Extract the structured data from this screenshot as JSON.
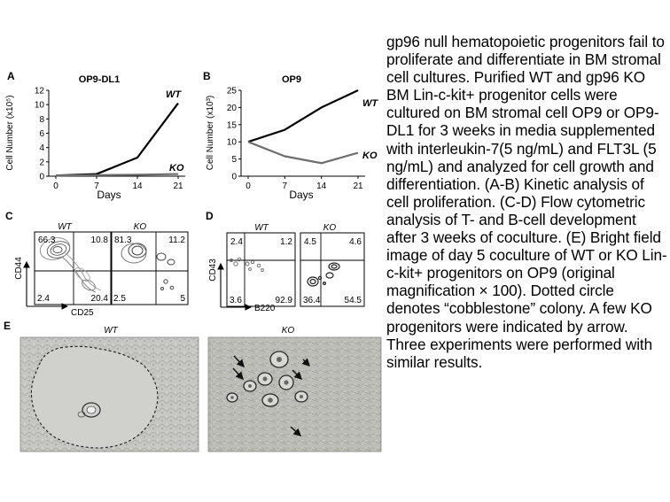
{
  "panels": {
    "A": {
      "letter": "A",
      "chart_data": {
        "type": "line",
        "title": "OP9-DL1",
        "xlabel": "Days",
        "ylabel": "Cell Number (x10⁵)",
        "x": [
          0,
          7,
          14,
          21
        ],
        "xticks": [
          "0",
          "7",
          "14",
          "21"
        ],
        "ylim": [
          0,
          12
        ],
        "yticks": [
          "0",
          "2",
          "4",
          "6",
          "8",
          "10",
          "12"
        ],
        "series": [
          {
            "name": "WT",
            "values": [
              0.1,
              0.3,
              2.6,
              10.2
            ],
            "color": "#000000"
          },
          {
            "name": "KO",
            "values": [
              0.1,
              0.15,
              0.2,
              0.3
            ],
            "color": "#6e6e6e"
          }
        ],
        "grid": false
      }
    },
    "B": {
      "letter": "B",
      "chart_data": {
        "type": "line",
        "title": "OP9",
        "xlabel": "Days",
        "ylabel": "Cell Number (x10³)",
        "x": [
          0,
          7,
          14,
          21
        ],
        "xticks": [
          "0",
          "7",
          "14",
          "21"
        ],
        "ylim": [
          0,
          25
        ],
        "yticks": [
          "0",
          "5",
          "10",
          "15",
          "20",
          "25"
        ],
        "series": [
          {
            "name": "WT",
            "values": [
              10,
              13.5,
              20,
              25
            ],
            "color": "#000000"
          },
          {
            "name": "KO",
            "values": [
              10,
              5.8,
              3.8,
              6.8
            ],
            "color": "#6e6e6e"
          }
        ],
        "grid": false
      }
    },
    "C": {
      "letter": "C",
      "y_axis": "CD44",
      "x_axis": "CD25",
      "plots": [
        {
          "label": "WT",
          "q": [
            "66.3",
            "10.8",
            "2.4",
            "20.4"
          ]
        },
        {
          "label": "KO",
          "q": [
            "81.3",
            "11.2",
            "2.5",
            "5"
          ]
        }
      ]
    },
    "D": {
      "letter": "D",
      "y_axis": "CD43",
      "x_axis": "B220",
      "plots": [
        {
          "label": "WT",
          "q": [
            "2.4",
            "1.2",
            "3.6",
            "92.9"
          ]
        },
        {
          "label": "KO",
          "q": [
            "4.5",
            "4.6",
            "36.4",
            "54.5"
          ]
        }
      ]
    },
    "E": {
      "letter": "E",
      "images": [
        {
          "label": "WT"
        },
        {
          "label": "KO"
        }
      ]
    }
  },
  "caption": "gp96 null hematopoietic progenitors fail to proliferate and differentiate in BM stromal cell cultures. Purified WT and gp96 KO BM Lin-c-kit+ progenitor cells were cultured on BM stromal cell OP9 or OP9-DL1 for 3 weeks in media supplemented with interleukin-7(5 ng/mL) and FLT3L (5 ng/mL) and analyzed for cell growth and differentiation. (A-B) Kinetic analysis of cell proliferation. (C-D) Flow cytometric analysis of T- and B-cell development after 3 weeks of coculture. (E) Bright field image of day 5 coculture of WT or KO Lin-c-kit+ progenitors on OP9 (original magnification × 100). Dotted circle denotes “cobblestone” colony. A few KO progenitors were indicated by arrow. Three experiments were performed with similar results.",
  "colors": {
    "wt_line": "#000000",
    "ko_line": "#6e6e6e",
    "micrograph_bg": "#c4c4c0"
  }
}
